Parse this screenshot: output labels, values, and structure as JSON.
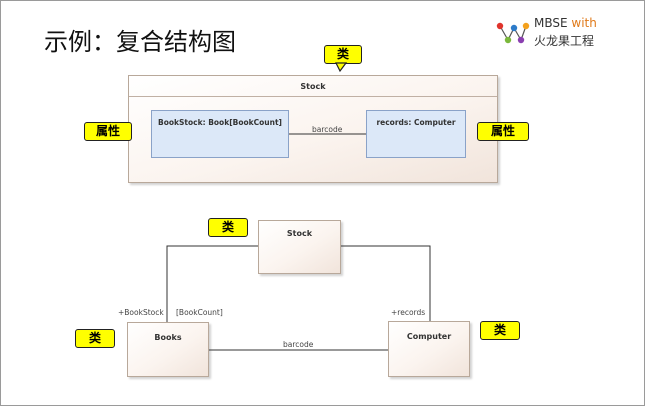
{
  "title": "示例：复合结构图",
  "logo": {
    "line1": "MBSE",
    "line1_suffix": "with",
    "line2": "火龙果工程"
  },
  "composite": {
    "class_name": "Stock",
    "part_left": "BookStock: Book[BookCount]",
    "part_right": "records: Computer",
    "connector_label": "barcode"
  },
  "classdiagram": {
    "stock": "Stock",
    "books": "Books",
    "computer": "Computer",
    "role_bookstock": "+BookStock",
    "multiplicity": "[BookCount]",
    "role_records": "+records",
    "assoc_label": "barcode"
  },
  "callouts": {
    "class1": "类",
    "attr_left": "属性",
    "attr_right": "属性",
    "class2": "类",
    "class3": "类",
    "class4": "类"
  }
}
